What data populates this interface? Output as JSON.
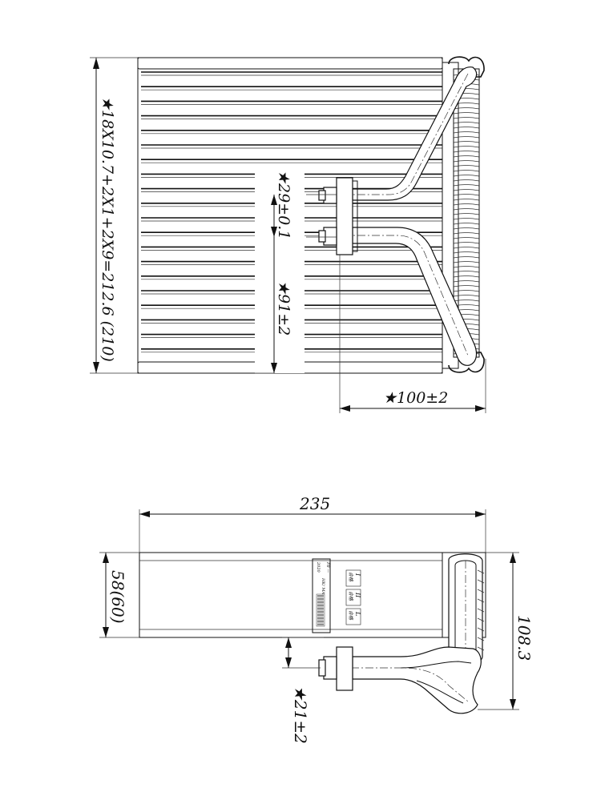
{
  "top_view": {
    "height_dim": "★18X10.7+2X1+2X9=212.6 (210)",
    "pitch_dim": "★29±0.1",
    "pipe_offset_dim": "★91±2",
    "depth_dim": "★100±2"
  },
  "side_view": {
    "width_dim": "235",
    "thickness_dim": "58(60)",
    "total_depth_dim": "108.3",
    "pipe_drop_dim": "★21±2"
  },
  "label_plate": {
    "line1": "2020",
    "line2": "HK/ MA",
    "line3": "F8 —",
    "line4": "TB-02-8731-HK  KT",
    "checks": [
      "I",
      "II",
      "L"
    ],
    "check_text": "合格"
  }
}
